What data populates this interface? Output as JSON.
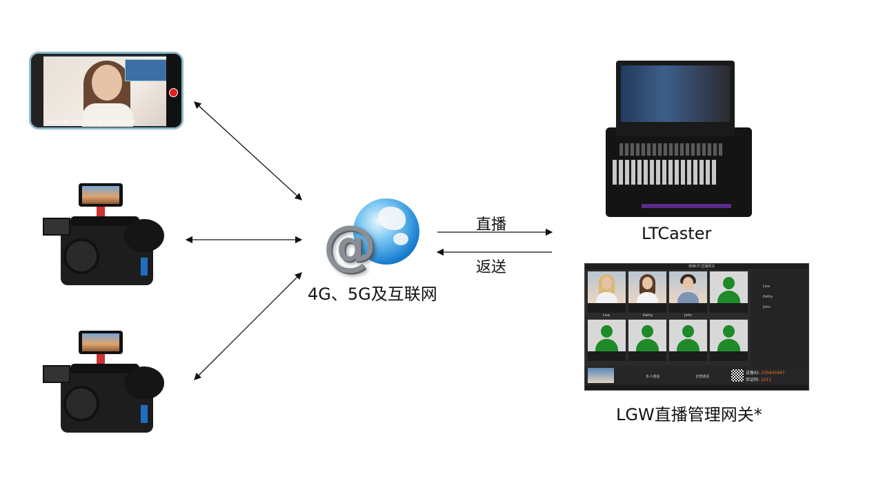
{
  "network_label": "4G、5G及互联网",
  "arrow_labels": {
    "live": "直播",
    "return": "返送"
  },
  "devices": {
    "phone": {
      "status": "1920*1080 25fps   00:00:08   2.8Mbps,3.3MB"
    },
    "ltcaster_label": "LTCaster",
    "lgw_label": "LGW直播管理网关*"
  },
  "lgw_panel": {
    "title": "奥维LTC直播网关",
    "participants": [
      "Lisa",
      "Kathy",
      "John"
    ],
    "device_id_label": "设备ID:",
    "device_id": "235845947",
    "verify_label": "验证码:",
    "verify_code": "1011",
    "buttons": [
      "多人通话",
      "全部通话"
    ]
  }
}
